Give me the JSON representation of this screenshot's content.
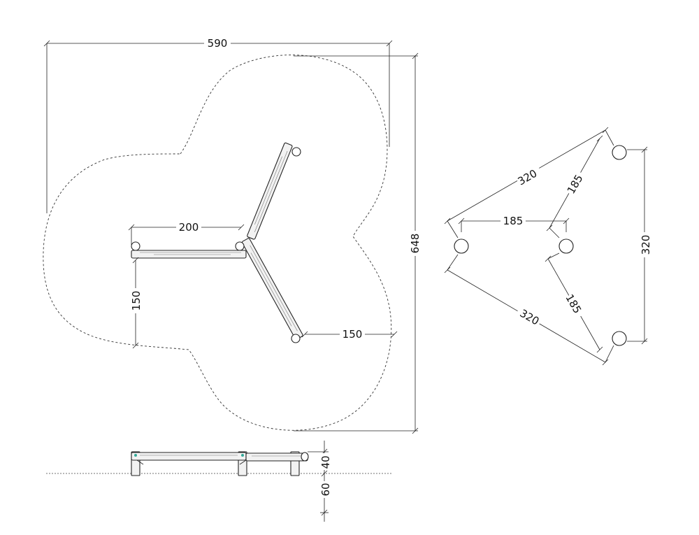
{
  "dimensions": {
    "top_width": "590",
    "right_height": "648",
    "left_beam_length": "200",
    "left_vertical": "150",
    "right_offset": "150",
    "tri_top_side": "320",
    "tri_bottom_side": "320",
    "tri_right_side": "320",
    "tri_inner_horizontal": "185",
    "tri_inner_upper": "185",
    "tri_inner_lower": "185",
    "elev_height": "40",
    "elev_depth": "60"
  }
}
